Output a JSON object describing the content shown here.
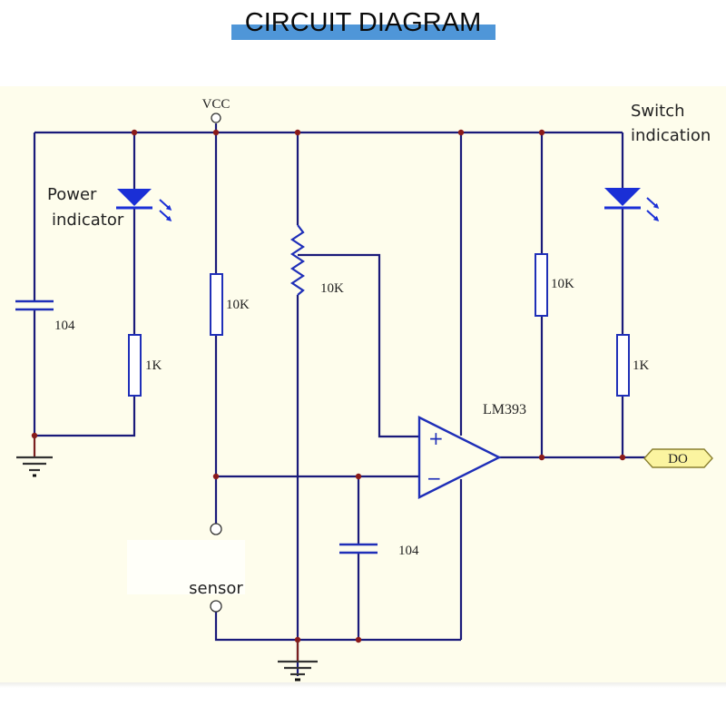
{
  "title": "CIRCUIT DIAGRAM",
  "colors": {
    "title_bar": "#4f96d8",
    "background": "#fefdec",
    "wire": "#1a1a7a",
    "component": "#1f2fb8",
    "led": "#1a2fd6",
    "junction": "#8a1a1a",
    "ground": "#7a2020",
    "tag_fill": "#fbf4a0"
  },
  "labels": {
    "vcc": "VCC",
    "power_indicator_line1": "Power",
    "power_indicator_line2": "indicator",
    "switch_indication_line1": "Switch",
    "switch_indication_line2": "indication",
    "sensor": "sensor",
    "comparator": "LM393",
    "output_tag": "DO",
    "opamp_plus": "+",
    "opamp_minus": "−"
  },
  "components": {
    "c_power": "104",
    "r_led_power": "1K",
    "r_divider": "10K",
    "pot": "10K",
    "r_pullup": "10K",
    "r_led_switch": "1K",
    "c_filter": "104"
  }
}
